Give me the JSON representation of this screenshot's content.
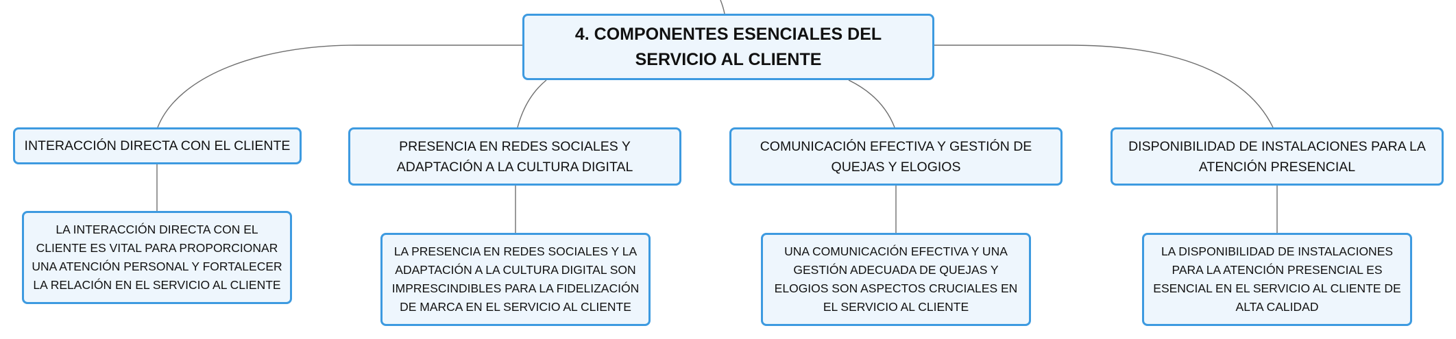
{
  "colors": {
    "node_fill": "#eef6fd",
    "node_border": "#3d9ae0",
    "connector": "#6e6e6e",
    "text": "#111111"
  },
  "root": {
    "title": "4. COMPONENTES ESENCIALES DEL SERVICIO AL CLIENTE"
  },
  "branches": [
    {
      "label": "INTERACCIÓN DIRECTA CON EL CLIENTE",
      "detail": "LA INTERACCIÓN DIRECTA CON EL CLIENTE ES VITAL PARA PROPORCIONAR UNA ATENCIÓN PERSONAL Y FORTALECER LA RELACIÓN EN EL SERVICIO AL CLIENTE"
    },
    {
      "label": "PRESENCIA EN REDES SOCIALES Y ADAPTACIÓN A LA CULTURA DIGITAL",
      "detail": "LA PRESENCIA EN REDES SOCIALES Y LA ADAPTACIÓN A LA CULTURA DIGITAL SON IMPRESCINDIBLES PARA LA FIDELIZACIÓN DE MARCA EN EL SERVICIO AL CLIENTE"
    },
    {
      "label": "COMUNICACIÓN EFECTIVA Y GESTIÓN DE QUEJAS Y ELOGIOS",
      "detail": "UNA COMUNICACIÓN EFECTIVA Y UNA GESTIÓN ADECUADA DE QUEJAS Y ELOGIOS SON ASPECTOS CRUCIALES EN EL SERVICIO AL CLIENTE"
    },
    {
      "label": "DISPONIBILIDAD DE INSTALACIONES PARA LA ATENCIÓN PRESENCIAL",
      "detail": "LA DISPONIBILIDAD DE INSTALACIONES PARA LA ATENCIÓN PRESENCIAL ES ESENCIAL EN EL SERVICIO AL CLIENTE DE ALTA CALIDAD"
    }
  ]
}
